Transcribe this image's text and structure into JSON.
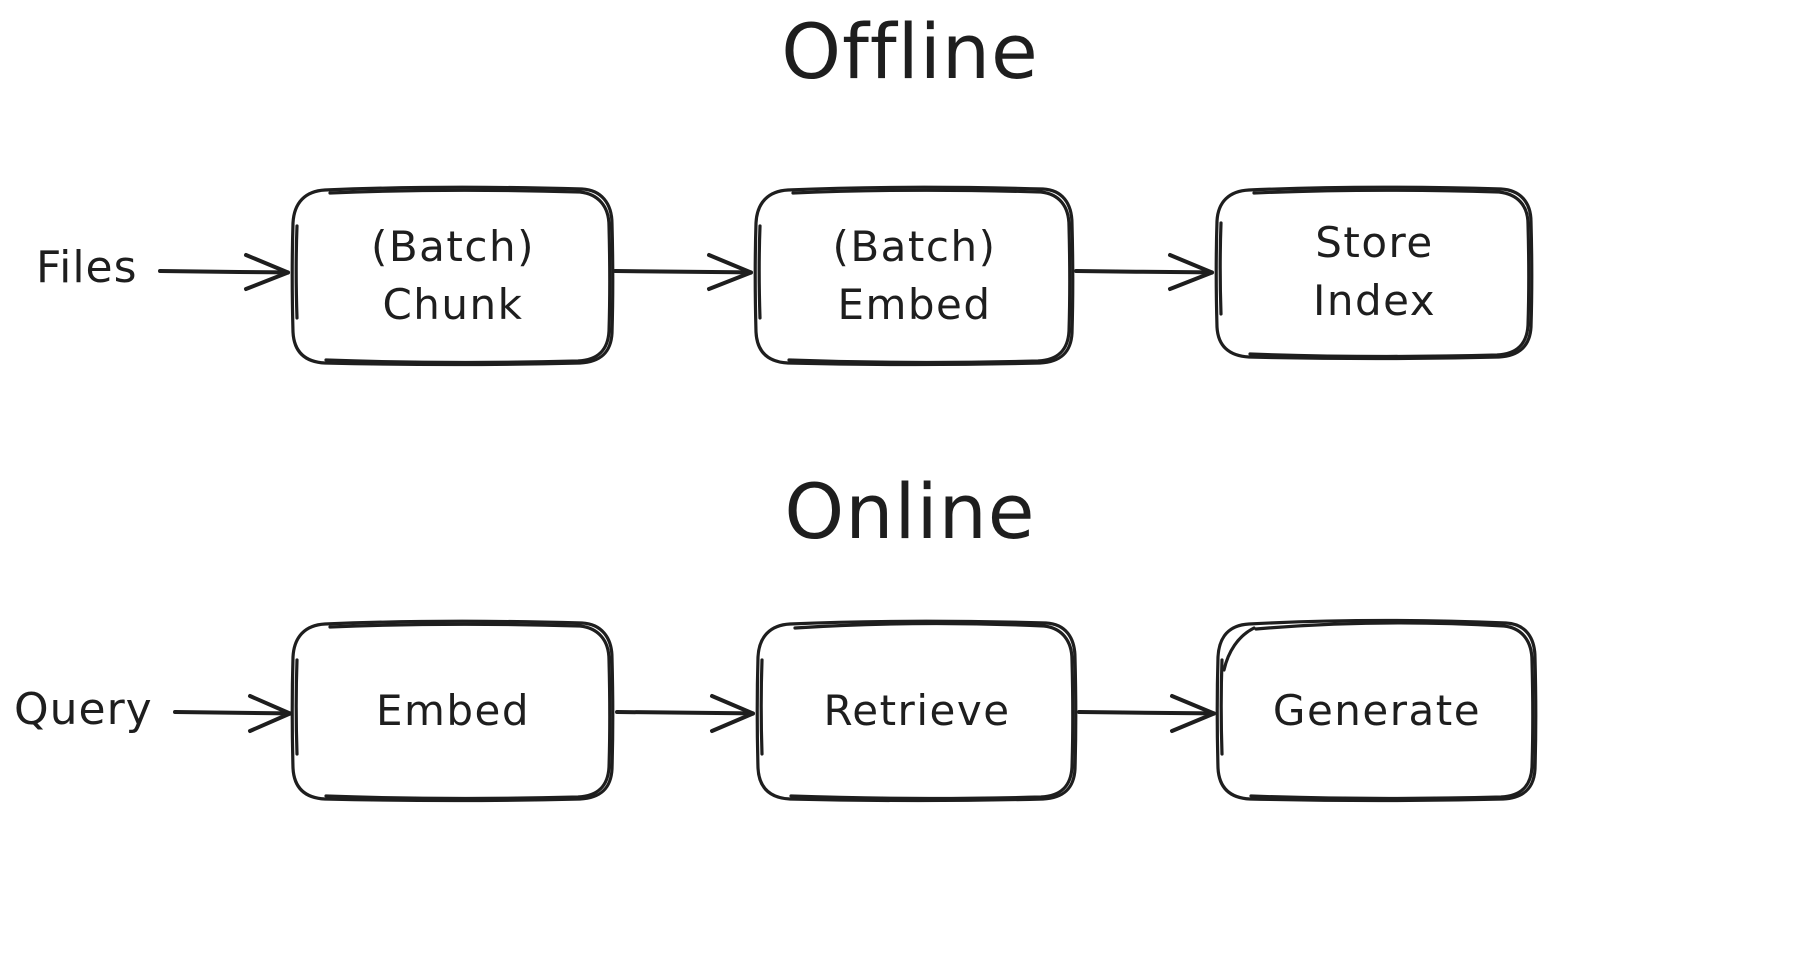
{
  "diagram": {
    "title_offline": "Offline",
    "title_online": "Online",
    "background_color": "#ffffff",
    "stroke_color": "#1e1e1e",
    "style": "hand-drawn",
    "sections": [
      {
        "id": "offline",
        "title": "Offline",
        "input_label": "Files",
        "nodes": [
          {
            "id": "batch-chunk",
            "lines": [
              "(Batch)",
              "Chunk"
            ]
          },
          {
            "id": "batch-embed",
            "lines": [
              "(Batch)",
              "Embed"
            ]
          },
          {
            "id": "store-index",
            "lines": [
              "Store",
              "Index"
            ]
          }
        ],
        "arrows": [
          {
            "from": "Files",
            "to": "(Batch) Chunk"
          },
          {
            "from": "(Batch) Chunk",
            "to": "(Batch) Embed"
          },
          {
            "from": "(Batch) Embed",
            "to": "Store Index"
          }
        ]
      },
      {
        "id": "online",
        "title": "Online",
        "input_label": "Query",
        "nodes": [
          {
            "id": "embed",
            "lines": [
              "Embed"
            ]
          },
          {
            "id": "retrieve",
            "lines": [
              "Retrieve"
            ]
          },
          {
            "id": "generate",
            "lines": [
              "Generate"
            ]
          }
        ],
        "arrows": [
          {
            "from": "Query",
            "to": "Embed"
          },
          {
            "from": "Embed",
            "to": "Retrieve"
          },
          {
            "from": "Retrieve",
            "to": "Generate"
          }
        ]
      }
    ]
  },
  "offline": {
    "title": "Offline",
    "input": "Files",
    "node1_line1": "(Batch)",
    "node1_line2": "Chunk",
    "node2_line1": "(Batch)",
    "node2_line2": "Embed",
    "node3_line1": "Store",
    "node3_line2": "Index"
  },
  "online": {
    "title": "Online",
    "input": "Query",
    "node1": "Embed",
    "node2": "Retrieve",
    "node3": "Generate"
  }
}
